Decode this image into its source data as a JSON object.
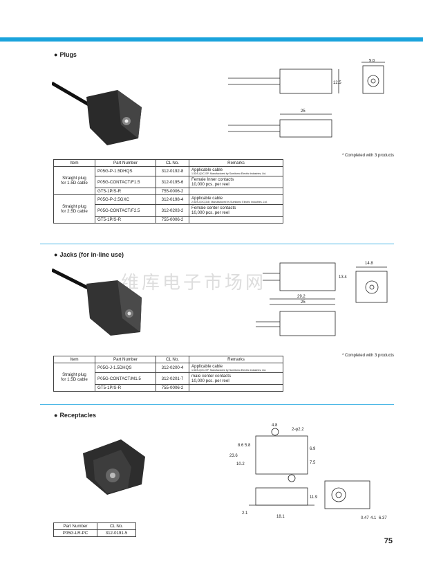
{
  "sections": {
    "plugs": {
      "title": "Plugs",
      "note": "* Completed with 3 products",
      "headers": [
        "Item",
        "Part Number",
        "CL No.",
        "Remarks"
      ],
      "groups": [
        {
          "item": [
            "Straight plug",
            "for 1.5D cable"
          ],
          "rows": [
            {
              "part": "P05G-P-1.5DHQS",
              "cl": "312-0192-8",
              "remark": "Applicable cable",
              "remark_small": "1.5DS-QXC-SP: Manufactured by Sumitomo Electric Industries, Ltd."
            },
            {
              "part": "P05G-CONTACT/F1.5",
              "cl": "312-0195-6",
              "remark": "Female Inner contacts",
              "remark2": "10,000 pcs. per reel"
            },
            {
              "part": "GT5-1P/S-R",
              "cl": "755-0006-2"
            }
          ]
        },
        {
          "item": [
            "Straight plug",
            "for 2.5D cable"
          ],
          "rows": [
            {
              "part": "P05G-P-2.5GXC",
              "cl": "312-0198-4",
              "remark": "Applicable cable",
              "remark_small": "2.5DS-QXC(3.8): Manufactured by Sumitomo Electric Industries, Ltd."
            },
            {
              "part": "P05G-CONTACT/F2.5",
              "cl": "312-0203-2",
              "remark": "Female center contacts",
              "remark2": "10,000 pcs. per reel"
            },
            {
              "part": "GT5-1P/S-R",
              "cl": "755-0006-2"
            }
          ]
        }
      ],
      "dims": [
        "9.6",
        "12.5",
        "25"
      ]
    },
    "jacks": {
      "title": "Jacks (for in-line use)",
      "note": "* Completed with 3 products",
      "headers": [
        "Item",
        "Part Number",
        "CL No.",
        "Remarks"
      ],
      "group": {
        "item": [
          "Straight plug",
          "for 1.5D cable"
        ],
        "rows": [
          {
            "part": "P05G-J-1.5DHQS",
            "cl": "312-0200-4",
            "remark": "Applicable cable",
            "remark_small": "1.5DS-QXC-SP: Manufactured by Sumitomo Electric Industries, Ltd."
          },
          {
            "part": "P05G-CONTACT/M1.5",
            "cl": "312-0201-7",
            "remark": "male center contacts",
            "remark2": "10,000 pcs. per reel"
          },
          {
            "part": "GT5-1P/S-R",
            "cl": "755-0006-2"
          }
        ]
      },
      "dims": [
        "14.8",
        "13.4",
        "29.2",
        "25"
      ]
    },
    "receptacles": {
      "title": "Receptacles",
      "headers": [
        "Part Number",
        "CL No."
      ],
      "row": {
        "part": "P05G-LR-PC",
        "cl": "312-0191-5"
      },
      "dims": [
        "4.8",
        "2-φ2.2",
        "23.6",
        "10.2",
        "8.6",
        "5.8",
        "6.9",
        "7.5",
        "11.9",
        "2.1",
        "18.1",
        "0.47",
        "4.1",
        "6.37"
      ]
    }
  },
  "watermark": "维库电子市场网",
  "page_number": "75"
}
